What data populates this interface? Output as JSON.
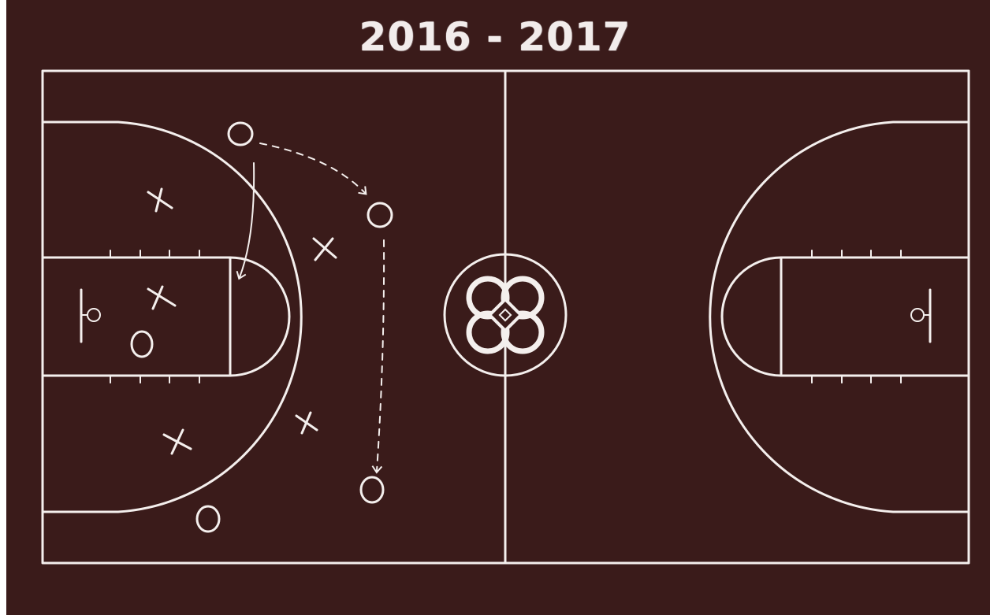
{
  "title": "2016 - 2017",
  "colors": {
    "board": "#3a1b1a",
    "chalk": "#f4efed"
  },
  "court": {
    "center_logo": "interlocking-knot-logo",
    "play_markers": {
      "offense_symbol": "O",
      "defense_symbol": "X"
    }
  }
}
